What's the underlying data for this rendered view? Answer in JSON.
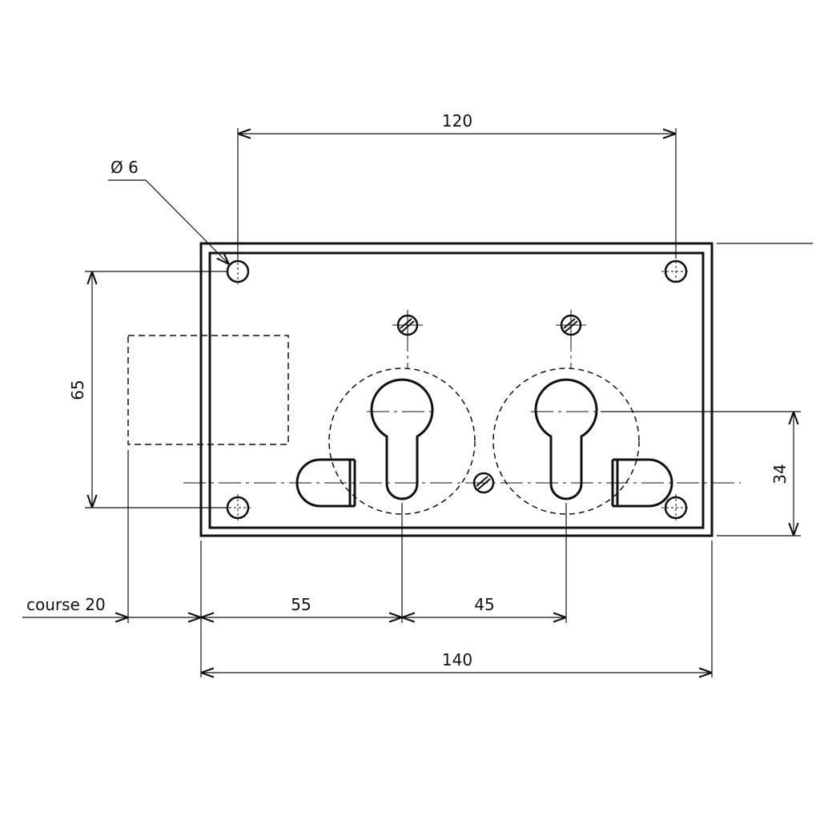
{
  "drawing": {
    "dimensions": {
      "mount_hole_spacing": "120",
      "hole_diameter": "Ø 6",
      "vertical_hole_spacing": "65",
      "cylinder_height": "34",
      "stroke": "course 20",
      "cylinder1_offset": "55",
      "cylinder_spacing": "45",
      "total_width": "140"
    },
    "colors": {
      "line": "#111111",
      "background": "#ffffff"
    }
  }
}
